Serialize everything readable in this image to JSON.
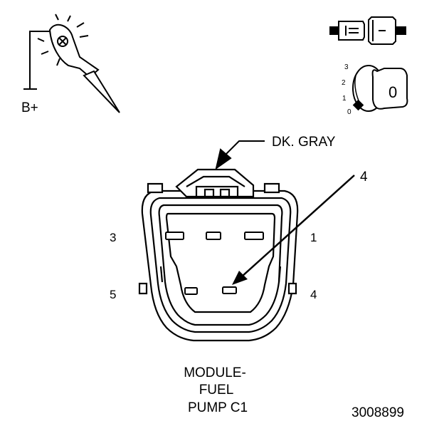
{
  "diagram": {
    "power_label": "B+",
    "wire_color_label": "DK. GRAY",
    "callout_pin": "4",
    "pins": {
      "p3": "3",
      "p1": "1",
      "p5": "5",
      "p4": "4"
    },
    "ignition_positions": [
      "3",
      "2",
      "1",
      "0"
    ],
    "key_position": "0",
    "caption": [
      "MODULE-",
      "FUEL",
      "PUMP C1"
    ],
    "figure_id": "3008899"
  },
  "icons": {
    "probe": "test-light-probe-icon",
    "connector": "disconnected-connector-icon",
    "ignition": "ignition-key-icon"
  }
}
